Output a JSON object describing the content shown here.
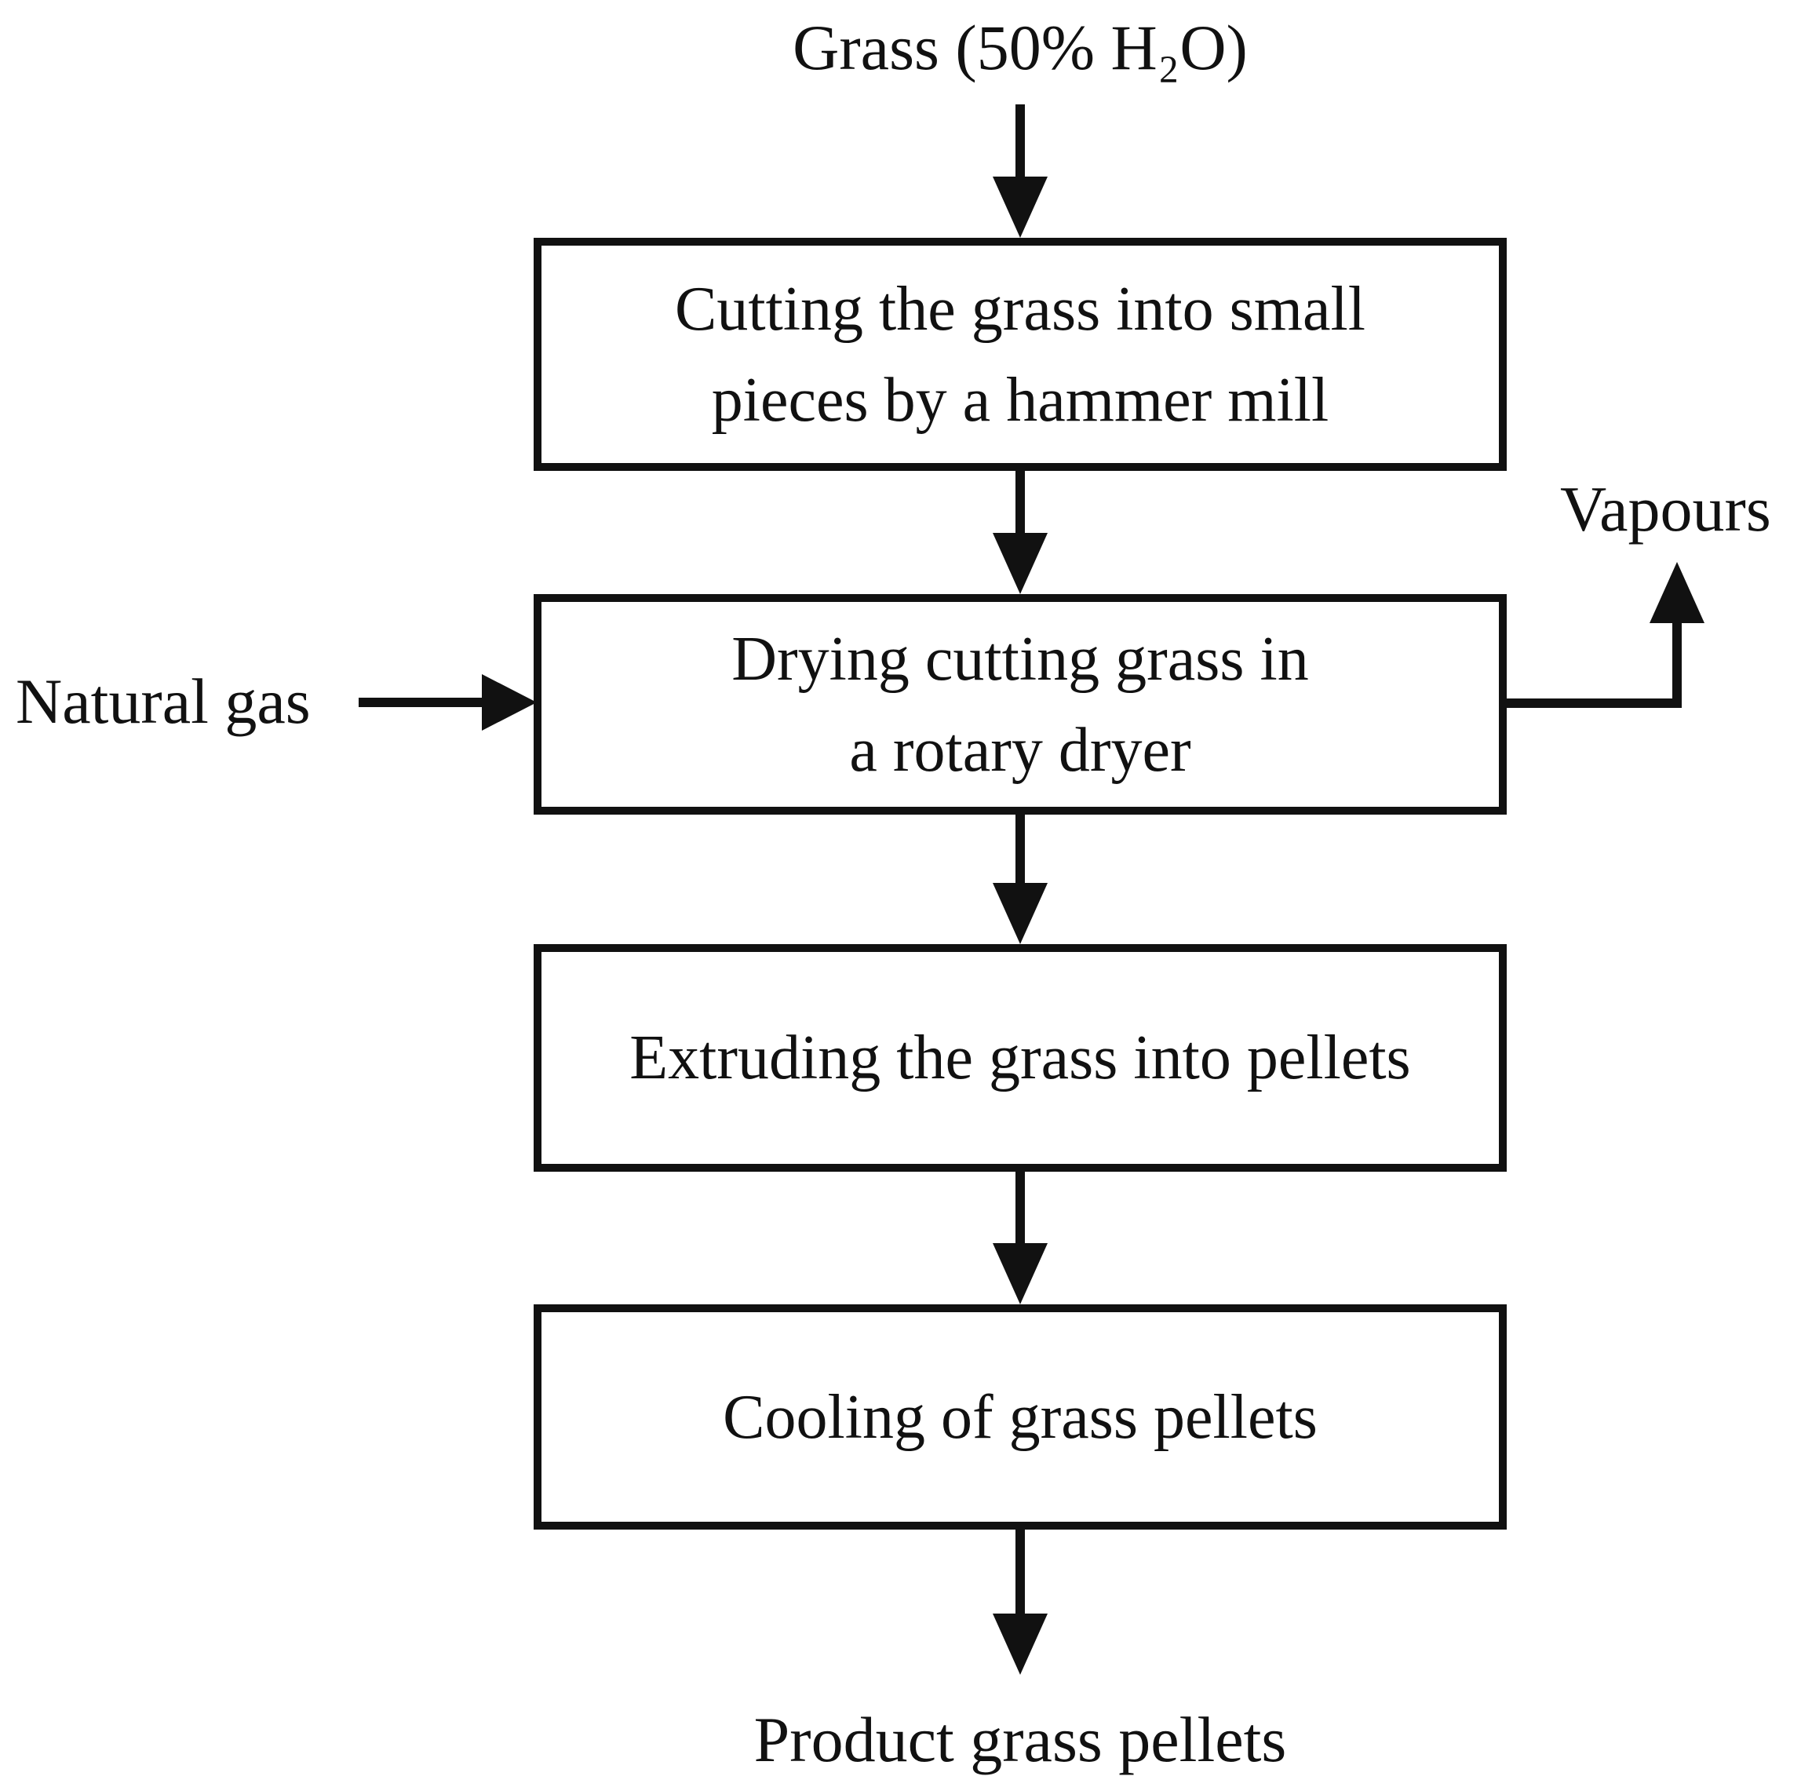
{
  "diagram": {
    "input_label": "Grass (50% H₂O)",
    "process_boxes": [
      {
        "id": "cutting",
        "label": "Cutting the grass into small\npieces by a hammer mill"
      },
      {
        "id": "drying",
        "label": "Drying cutting grass in\na rotary dryer"
      },
      {
        "id": "extruding",
        "label": "Extruding the grass into pellets"
      },
      {
        "id": "cooling",
        "label": "Cooling of grass pellets"
      }
    ],
    "side_input_label": "Natural gas",
    "side_output_label": "Vapours",
    "output_label": "Product grass pellets",
    "colors": {
      "line": "#111111",
      "background": "#ffffff",
      "box_fill": "#ffffff"
    }
  }
}
